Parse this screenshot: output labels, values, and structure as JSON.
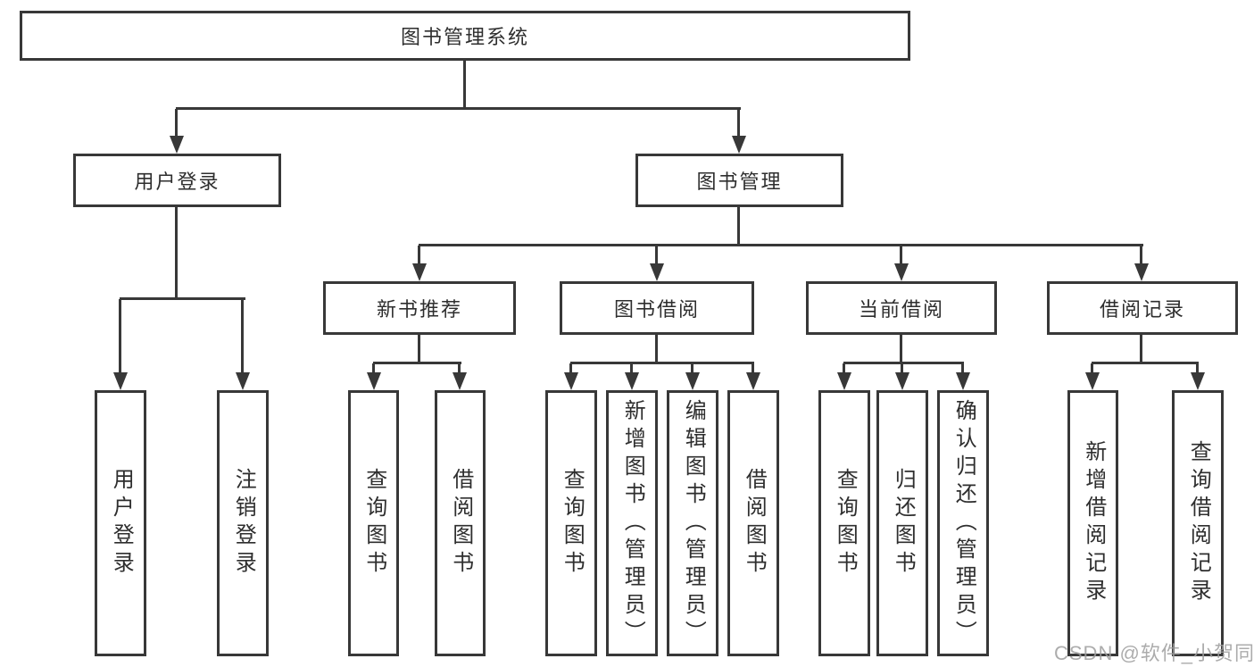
{
  "diagram_type": "hierarchy-tree",
  "colors": {
    "line": "#383838",
    "box_border": "#383838",
    "text": "#2e2e2e",
    "background": "#ffffff",
    "watermark": "#9e9e9e"
  },
  "tree": {
    "root": {
      "label": "图书管理系统",
      "children": [
        {
          "label": "用户登录",
          "children": [
            {
              "label": "用户登录"
            },
            {
              "label": "注销登录"
            }
          ]
        },
        {
          "label": "图书管理",
          "children": [
            {
              "label": "新书推荐",
              "children": [
                {
                  "label": "查询图书"
                },
                {
                  "label": "借阅图书"
                }
              ]
            },
            {
              "label": "图书借阅",
              "children": [
                {
                  "label": "查询图书"
                },
                {
                  "label": "新增图书（管理员）"
                },
                {
                  "label": "编辑图书（管理员）"
                },
                {
                  "label": "借阅图书"
                }
              ]
            },
            {
              "label": "当前借阅",
              "children": [
                {
                  "label": "查询图书"
                },
                {
                  "label": "归还图书"
                },
                {
                  "label": "确认归还（管理员）"
                }
              ]
            },
            {
              "label": "借阅记录",
              "children": [
                {
                  "label": "新增借阅记录"
                },
                {
                  "label": "查询借阅记录"
                }
              ]
            }
          ]
        }
      ]
    }
  },
  "watermark": {
    "text": "CSDN @软件_小贺同学"
  }
}
